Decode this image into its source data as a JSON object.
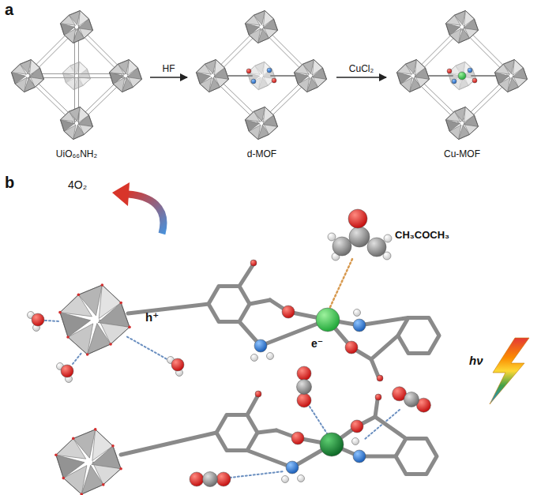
{
  "diagram": {
    "nodes": [
      {
        "text": [
          "UiO₆₆NH₂"
        ]
      },
      {
        "text": [
          "d-MOF"
        ]
      },
      {
        "text": [
          "Cu-MOF"
        ]
      }
    ],
    "edges": [
      {
        "from": 0,
        "to": 1,
        "arrow": "to",
        "label": "HF"
      },
      {
        "from": 1,
        "to": 2,
        "arrow": "to",
        "label": "CuCl₂"
      }
    ],
    "labels": [
      "a",
      "b",
      "4O₂",
      "CH₃COCH₃",
      "h⁺",
      "e⁻",
      "hν"
    ]
  }
}
